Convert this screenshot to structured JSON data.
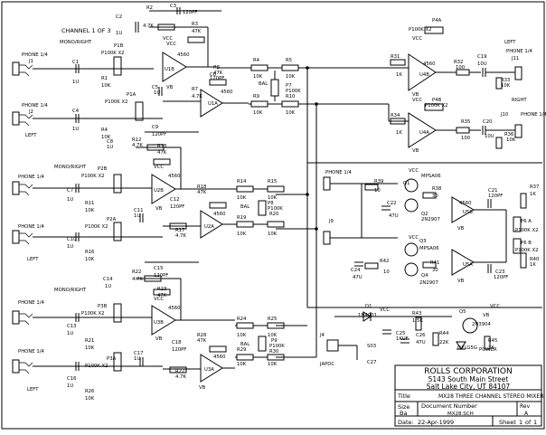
{
  "title_block": {
    "company": "ROLLS CORPORATION",
    "street": "5143 South Main Street",
    "city": "Salt Lake City, UT 84107",
    "title_label": "Title",
    "title_value": "MX28 THREE CHANNEL STEREO MIXER",
    "size_label": "Size",
    "size_value": "Ba",
    "docnum_label": "Document Number",
    "docnum_value": "MX28.SCH",
    "rev_label": "Rev",
    "rev_value": "A",
    "date_label": "Date:",
    "date_value": "22-Apr-1999",
    "sheet_label": "Sheet",
    "sheet_value": "1",
    "of_label": "of",
    "of_value": "1"
  },
  "notes": {
    "channel_note": "CHANNEL 1 OF 3"
  },
  "labels": [
    {
      "id": "ch1-mono",
      "text": "MONO/RIGHT"
    },
    {
      "id": "ch1-phone-a",
      "text": "PHONE 1/4"
    },
    {
      "id": "ch1-j1",
      "text": "J1"
    },
    {
      "id": "ch1-phone-b",
      "text": "PHONE 1/4"
    },
    {
      "id": "ch1-j2",
      "text": "J2"
    },
    {
      "id": "ch1-left",
      "text": "LEFT"
    },
    {
      "id": "c1",
      "text": "C1"
    },
    {
      "id": "c1v",
      "text": "1U"
    },
    {
      "id": "r1",
      "text": "R1"
    },
    {
      "id": "r1v",
      "text": "10K"
    },
    {
      "id": "c4",
      "text": "C4"
    },
    {
      "id": "c4v",
      "text": "1U"
    },
    {
      "id": "r4b",
      "text": "R4"
    },
    {
      "id": "r4bv",
      "text": "10K"
    },
    {
      "id": "c2",
      "text": "C2"
    },
    {
      "id": "c2v",
      "text": "1U"
    },
    {
      "id": "r2",
      "text": "R2"
    },
    {
      "id": "r2v",
      "text": "4.7K"
    },
    {
      "id": "c3",
      "text": "C3"
    },
    {
      "id": "c3v",
      "text": "120PF"
    },
    {
      "id": "r3",
      "text": "R3"
    },
    {
      "id": "r3v",
      "text": "47K"
    },
    {
      "id": "p1b",
      "text": "P1B"
    },
    {
      "id": "p1bv",
      "text": "P100K X2"
    },
    {
      "id": "u1b",
      "text": "U1B"
    },
    {
      "id": "u1bn",
      "text": "4560"
    },
    {
      "id": "u1bvcc",
      "text": "VCC"
    },
    {
      "id": "p1a",
      "text": "P1A"
    },
    {
      "id": "p1av",
      "text": "P100K X2"
    },
    {
      "id": "c5",
      "text": "C5"
    },
    {
      "id": "c5v",
      "text": "1U"
    },
    {
      "id": "r7",
      "text": "R7"
    },
    {
      "id": "r7v",
      "text": "4.7K"
    },
    {
      "id": "c6",
      "text": "C6"
    },
    {
      "id": "c6v",
      "text": "120PF"
    },
    {
      "id": "r8",
      "text": "R8"
    },
    {
      "id": "r8v",
      "text": "47K"
    },
    {
      "id": "u1a",
      "text": "U1A"
    },
    {
      "id": "u1an",
      "text": "4560"
    },
    {
      "id": "r4",
      "text": "R4"
    },
    {
      "id": "r4v",
      "text": "10K"
    },
    {
      "id": "r5",
      "text": "R5"
    },
    {
      "id": "r5v",
      "text": "10K"
    },
    {
      "id": "r9",
      "text": "R9"
    },
    {
      "id": "r9v",
      "text": "10K"
    },
    {
      "id": "r10",
      "text": "R10"
    },
    {
      "id": "r10v",
      "text": "10K"
    },
    {
      "id": "p7",
      "text": "P7"
    },
    {
      "id": "p7v",
      "text": "P100K"
    },
    {
      "id": "bal1",
      "text": "BAL"
    },
    {
      "id": "ch2-c8",
      "text": "C8"
    },
    {
      "id": "ch2-c8v",
      "text": "1U"
    },
    {
      "id": "ch2-c9",
      "text": "C9"
    },
    {
      "id": "ch2-c9v",
      "text": "120PF"
    },
    {
      "id": "ch2-r12",
      "text": "R12"
    },
    {
      "id": "ch2-r12v",
      "text": "4.7K"
    },
    {
      "id": "ch2-r13",
      "text": "R13"
    },
    {
      "id": "ch2-r13v",
      "text": "47K"
    },
    {
      "id": "ch2-mono",
      "text": "MONO/RIGHT"
    },
    {
      "id": "ch2-phone-a",
      "text": "PHONE 1/4"
    },
    {
      "id": "ch2-phone-b",
      "text": "PHONE 1/4"
    },
    {
      "id": "ch2-left",
      "text": "LEFT"
    },
    {
      "id": "p2b",
      "text": "P2B"
    },
    {
      "id": "p2bv",
      "text": "P100K X2"
    },
    {
      "id": "u2b",
      "text": "U2B"
    },
    {
      "id": "u2bn",
      "text": "4560"
    },
    {
      "id": "c7",
      "text": "C7"
    },
    {
      "id": "c7v",
      "text": "1U"
    },
    {
      "id": "r11",
      "text": "R11"
    },
    {
      "id": "r11v",
      "text": "10K"
    },
    {
      "id": "c10",
      "text": "C10"
    },
    {
      "id": "c10v",
      "text": "1U"
    },
    {
      "id": "r16",
      "text": "R16"
    },
    {
      "id": "r16v",
      "text": "10K"
    },
    {
      "id": "p2a",
      "text": "P2A"
    },
    {
      "id": "p2av",
      "text": "P100K X2"
    },
    {
      "id": "c11",
      "text": "C11"
    },
    {
      "id": "c11v",
      "text": "1U"
    },
    {
      "id": "c12",
      "text": "C12"
    },
    {
      "id": "c12v",
      "text": "120PF"
    },
    {
      "id": "r17",
      "text": "R17"
    },
    {
      "id": "r17v",
      "text": "4.7K"
    },
    {
      "id": "r18",
      "text": "R18"
    },
    {
      "id": "r18v",
      "text": "47K"
    },
    {
      "id": "u2a",
      "text": "U2A"
    },
    {
      "id": "u2an",
      "text": "4560"
    },
    {
      "id": "r14",
      "text": "R14"
    },
    {
      "id": "r14v",
      "text": "10K"
    },
    {
      "id": "r15",
      "text": "R15"
    },
    {
      "id": "r15v",
      "text": "10K"
    },
    {
      "id": "r19",
      "text": "R19"
    },
    {
      "id": "r19v",
      "text": "10K"
    },
    {
      "id": "r20",
      "text": "R20"
    },
    {
      "id": "r20v",
      "text": "10K"
    },
    {
      "id": "p8",
      "text": "P8"
    },
    {
      "id": "p8v",
      "text": "P100K"
    },
    {
      "id": "bal2",
      "text": "BAL"
    },
    {
      "id": "ch3-mono",
      "text": "MONO/RIGHT"
    },
    {
      "id": "ch3-phone-a",
      "text": "PHONE 1/4"
    },
    {
      "id": "ch3-phone-b",
      "text": "PHONE 1/4"
    },
    {
      "id": "ch3-left",
      "text": "LEFT"
    },
    {
      "id": "c14",
      "text": "C14"
    },
    {
      "id": "c14v",
      "text": "1U"
    },
    {
      "id": "r22",
      "text": "R22"
    },
    {
      "id": "r22v",
      "text": "4.7K"
    },
    {
      "id": "c15",
      "text": "C15"
    },
    {
      "id": "c15v",
      "text": "120PF"
    },
    {
      "id": "r23",
      "text": "R23"
    },
    {
      "id": "r23v",
      "text": "47K"
    },
    {
      "id": "p3b",
      "text": "P3B"
    },
    {
      "id": "p3bv",
      "text": "P100K X2"
    },
    {
      "id": "u3b",
      "text": "U3B"
    },
    {
      "id": "u3bn",
      "text": "4560"
    },
    {
      "id": "c13",
      "text": "C13"
    },
    {
      "id": "c13v",
      "text": "1U"
    },
    {
      "id": "r21",
      "text": "R21"
    },
    {
      "id": "r21v",
      "text": "10K"
    },
    {
      "id": "c16",
      "text": "C16"
    },
    {
      "id": "c16v",
      "text": "1U"
    },
    {
      "id": "r26",
      "text": "R26"
    },
    {
      "id": "r26v",
      "text": "10K"
    },
    {
      "id": "p3a",
      "text": "P3A"
    },
    {
      "id": "p3av",
      "text": "P100K X2"
    },
    {
      "id": "c17",
      "text": "C17"
    },
    {
      "id": "c17v",
      "text": "1U"
    },
    {
      "id": "c18",
      "text": "C18"
    },
    {
      "id": "c18v",
      "text": "120PF"
    },
    {
      "id": "r27",
      "text": "R27"
    },
    {
      "id": "r27v",
      "text": "4.7K"
    },
    {
      "id": "r28",
      "text": "R28"
    },
    {
      "id": "r28v",
      "text": "47K"
    },
    {
      "id": "u3a",
      "text": "U3A"
    },
    {
      "id": "u3an",
      "text": "4560"
    },
    {
      "id": "r24",
      "text": "R24"
    },
    {
      "id": "r24v",
      "text": "10K"
    },
    {
      "id": "r25",
      "text": "R25"
    },
    {
      "id": "r25v",
      "text": "10K"
    },
    {
      "id": "r29",
      "text": "R29"
    },
    {
      "id": "r29v",
      "text": "10K"
    },
    {
      "id": "r30",
      "text": "R30"
    },
    {
      "id": "r30v",
      "text": "10K"
    },
    {
      "id": "p9",
      "text": "P9"
    },
    {
      "id": "p9v",
      "text": "P100K"
    },
    {
      "id": "bal3",
      "text": "BAL"
    },
    {
      "id": "p4a",
      "text": "P4A"
    },
    {
      "id": "p4av",
      "text": "P100K X2"
    },
    {
      "id": "p4b",
      "text": "P4B"
    },
    {
      "id": "p4bv",
      "text": "P100K X2"
    },
    {
      "id": "r31",
      "text": "R31"
    },
    {
      "id": "r31v",
      "text": "1K"
    },
    {
      "id": "r34",
      "text": "R34"
    },
    {
      "id": "r34v",
      "text": "1K"
    },
    {
      "id": "u4b",
      "text": "U4B"
    },
    {
      "id": "u4a",
      "text": "U4A"
    },
    {
      "id": "u4n",
      "text": "4560"
    },
    {
      "id": "r32",
      "text": "R32"
    },
    {
      "id": "r32v",
      "text": "100"
    },
    {
      "id": "c19",
      "text": "C19"
    },
    {
      "id": "c19v",
      "text": "10U"
    },
    {
      "id": "r33",
      "text": "R33"
    },
    {
      "id": "r33v",
      "text": "10K"
    },
    {
      "id": "r35",
      "text": "R35"
    },
    {
      "id": "r35v",
      "text": "100"
    },
    {
      "id": "c20",
      "text": "C20"
    },
    {
      "id": "c20v",
      "text": "10U"
    },
    {
      "id": "r36",
      "text": "R36"
    },
    {
      "id": "r36v",
      "text": "10K"
    },
    {
      "id": "out-left",
      "text": "LEFT"
    },
    {
      "id": "out-phone1",
      "text": "PHONE 1/4"
    },
    {
      "id": "j11",
      "text": "J11"
    },
    {
      "id": "out-right",
      "text": "RIGHT"
    },
    {
      "id": "j10",
      "text": "J10"
    },
    {
      "id": "out-phone2",
      "text": "PHONE 1/4"
    },
    {
      "id": "hp-phone",
      "text": "PHONE 1/4"
    },
    {
      "id": "j9",
      "text": "J9"
    },
    {
      "id": "q1",
      "text": "Q1"
    },
    {
      "id": "q1n",
      "text": "MPSA06"
    },
    {
      "id": "q2",
      "text": "Q2"
    },
    {
      "id": "q2n",
      "text": "2N2907"
    },
    {
      "id": "q3",
      "text": "Q3"
    },
    {
      "id": "q3n",
      "text": "MPSA06"
    },
    {
      "id": "q4",
      "text": "Q4"
    },
    {
      "id": "q4n",
      "text": "2N2907"
    },
    {
      "id": "r39",
      "text": "R39"
    },
    {
      "id": "r39v",
      "text": "10"
    },
    {
      "id": "r38",
      "text": "R38"
    },
    {
      "id": "r38v",
      "text": "30"
    },
    {
      "id": "r42",
      "text": "R42"
    },
    {
      "id": "r42v",
      "text": "10"
    },
    {
      "id": "r41",
      "text": "R41"
    },
    {
      "id": "r41v",
      "text": "30"
    },
    {
      "id": "c22",
      "text": "C22"
    },
    {
      "id": "c22v",
      "text": "47U"
    },
    {
      "id": "c24",
      "text": "C24"
    },
    {
      "id": "c24v",
      "text": "47U"
    },
    {
      "id": "u5b",
      "text": "U5B"
    },
    {
      "id": "u5a",
      "text": "U5A"
    },
    {
      "id": "u5n",
      "text": "4560"
    },
    {
      "id": "c21",
      "text": "C21"
    },
    {
      "id": "c21v",
      "text": "120PF"
    },
    {
      "id": "c23",
      "text": "C23"
    },
    {
      "id": "c23v",
      "text": "120PF"
    },
    {
      "id": "r37",
      "text": "R37"
    },
    {
      "id": "r37v",
      "text": "1K"
    },
    {
      "id": "r40",
      "text": "R40"
    },
    {
      "id": "r40v",
      "text": "1K"
    },
    {
      "id": "p6a",
      "text": "P6 A"
    },
    {
      "id": "p6av",
      "text": "P100K X2"
    },
    {
      "id": "p6b",
      "text": "P6 B"
    },
    {
      "id": "p6bv",
      "text": "P100K X2"
    },
    {
      "id": "d1",
      "text": "D1"
    },
    {
      "id": "d1n",
      "text": "1N4001"
    },
    {
      "id": "r43",
      "text": "R43"
    },
    {
      "id": "r43v",
      "text": "1.5K"
    },
    {
      "id": "q5",
      "text": "Q5"
    },
    {
      "id": "q5n",
      "text": "2N3904"
    },
    {
      "id": "c25",
      "text": "C25"
    },
    {
      "id": "c25v",
      "text": "1KUF"
    },
    {
      "id": "c26",
      "text": "C26"
    },
    {
      "id": "c26v",
      "text": "47U"
    },
    {
      "id": "r44",
      "text": "R44"
    },
    {
      "id": "r44v",
      "text": "22K"
    },
    {
      "id": "d2",
      "text": "D2LG5G"
    },
    {
      "id": "power",
      "text": "POWER"
    },
    {
      "id": "r45",
      "text": "R45"
    },
    {
      "id": "r45v",
      "text": "2K"
    },
    {
      "id": "j4",
      "text": "J4"
    },
    {
      "id": "j4n",
      "text": "JAPDC"
    },
    {
      "id": "s03",
      "text": "S03"
    },
    {
      "id": "c27",
      "text": "C27"
    },
    {
      "id": "vcc-a",
      "text": "VCC"
    },
    {
      "id": "vcc-b",
      "text": "VCC"
    },
    {
      "id": "vcc-c",
      "text": "VCC"
    },
    {
      "id": "vcc-d",
      "text": "VCC"
    },
    {
      "id": "vcc-e",
      "text": "VCC"
    },
    {
      "id": "vcc-f",
      "text": "VCC"
    },
    {
      "id": "vcc-g",
      "text": "VCC"
    },
    {
      "id": "vcc-h",
      "text": "VCC"
    },
    {
      "id": "vcc-i",
      "text": "VCC"
    },
    {
      "id": "vb-a",
      "text": "VB"
    },
    {
      "id": "vb-b",
      "text": "VB"
    },
    {
      "id": "vb-c",
      "text": "VB"
    },
    {
      "id": "vb-d",
      "text": "VB"
    },
    {
      "id": "vb-e",
      "text": "VB"
    },
    {
      "id": "vb-f",
      "text": "VB"
    },
    {
      "id": "vb-g",
      "text": "VB"
    },
    {
      "id": "vb-h",
      "text": "VB"
    },
    {
      "id": "vb-i",
      "text": "VB"
    }
  ]
}
